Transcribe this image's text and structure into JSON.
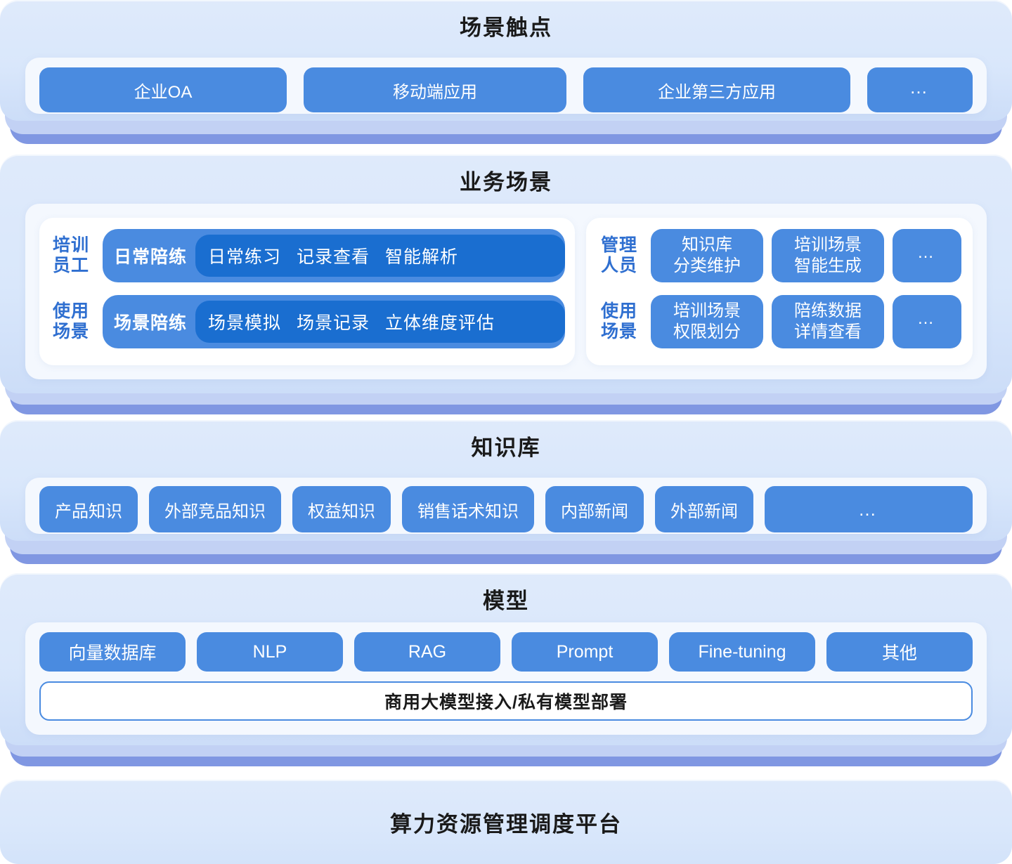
{
  "theme": {
    "panel_bg": "#dfeafb",
    "panel_base": "#8097e2",
    "chip_blue": "#4a8be0",
    "chip_blue_dark": "#1a6ed0",
    "card_bg": "#f4f8fe",
    "title_color": "#1a1a1a",
    "label_blue": "#2f6fd0"
  },
  "sections": {
    "touchpoints": {
      "title": "场景触点",
      "items": [
        "企业OA",
        "移动端应用",
        "企业第三方应用",
        "…"
      ]
    },
    "business_scenarios": {
      "title": "业务场景",
      "left_group": {
        "rows": [
          {
            "label": "培训\n员工",
            "label_l1": "培训",
            "label_l2": "员工",
            "pill_label": "日常陪练",
            "sub_items": [
              "日常练习",
              "记录查看",
              "智能解析"
            ]
          },
          {
            "label": "使用\n场景",
            "label_l1": "使用",
            "label_l2": "场景",
            "pill_label": "场景陪练",
            "sub_items": [
              "场景模拟",
              "场景记录",
              "立体维度评估"
            ]
          }
        ]
      },
      "right_group": {
        "rows": [
          {
            "label_l1": "管理",
            "label_l2": "人员",
            "chips": [
              {
                "l1": "知识库",
                "l2": "分类维护"
              },
              {
                "l1": "培训场景",
                "l2": "智能生成"
              },
              {
                "l1": "…",
                "l2": ""
              }
            ]
          },
          {
            "label_l1": "使用",
            "label_l2": "场景",
            "chips": [
              {
                "l1": "培训场景",
                "l2": "权限划分"
              },
              {
                "l1": "陪练数据",
                "l2": "详情查看"
              },
              {
                "l1": "…",
                "l2": ""
              }
            ]
          }
        ]
      }
    },
    "knowledge_base": {
      "title": "知识库",
      "items": [
        "产品知识",
        "外部竞品知识",
        "权益知识",
        "销售话术知识",
        "内部新闻",
        "外部新闻",
        "…"
      ]
    },
    "model": {
      "title": "模型",
      "items": [
        "向量数据库",
        "NLP",
        "RAG",
        "Prompt",
        "Fine-tuning",
        "其他"
      ],
      "footer_box": "商用大模型接入/私有模型部署"
    },
    "compute_platform": {
      "title": "算力资源管理调度平台"
    }
  }
}
